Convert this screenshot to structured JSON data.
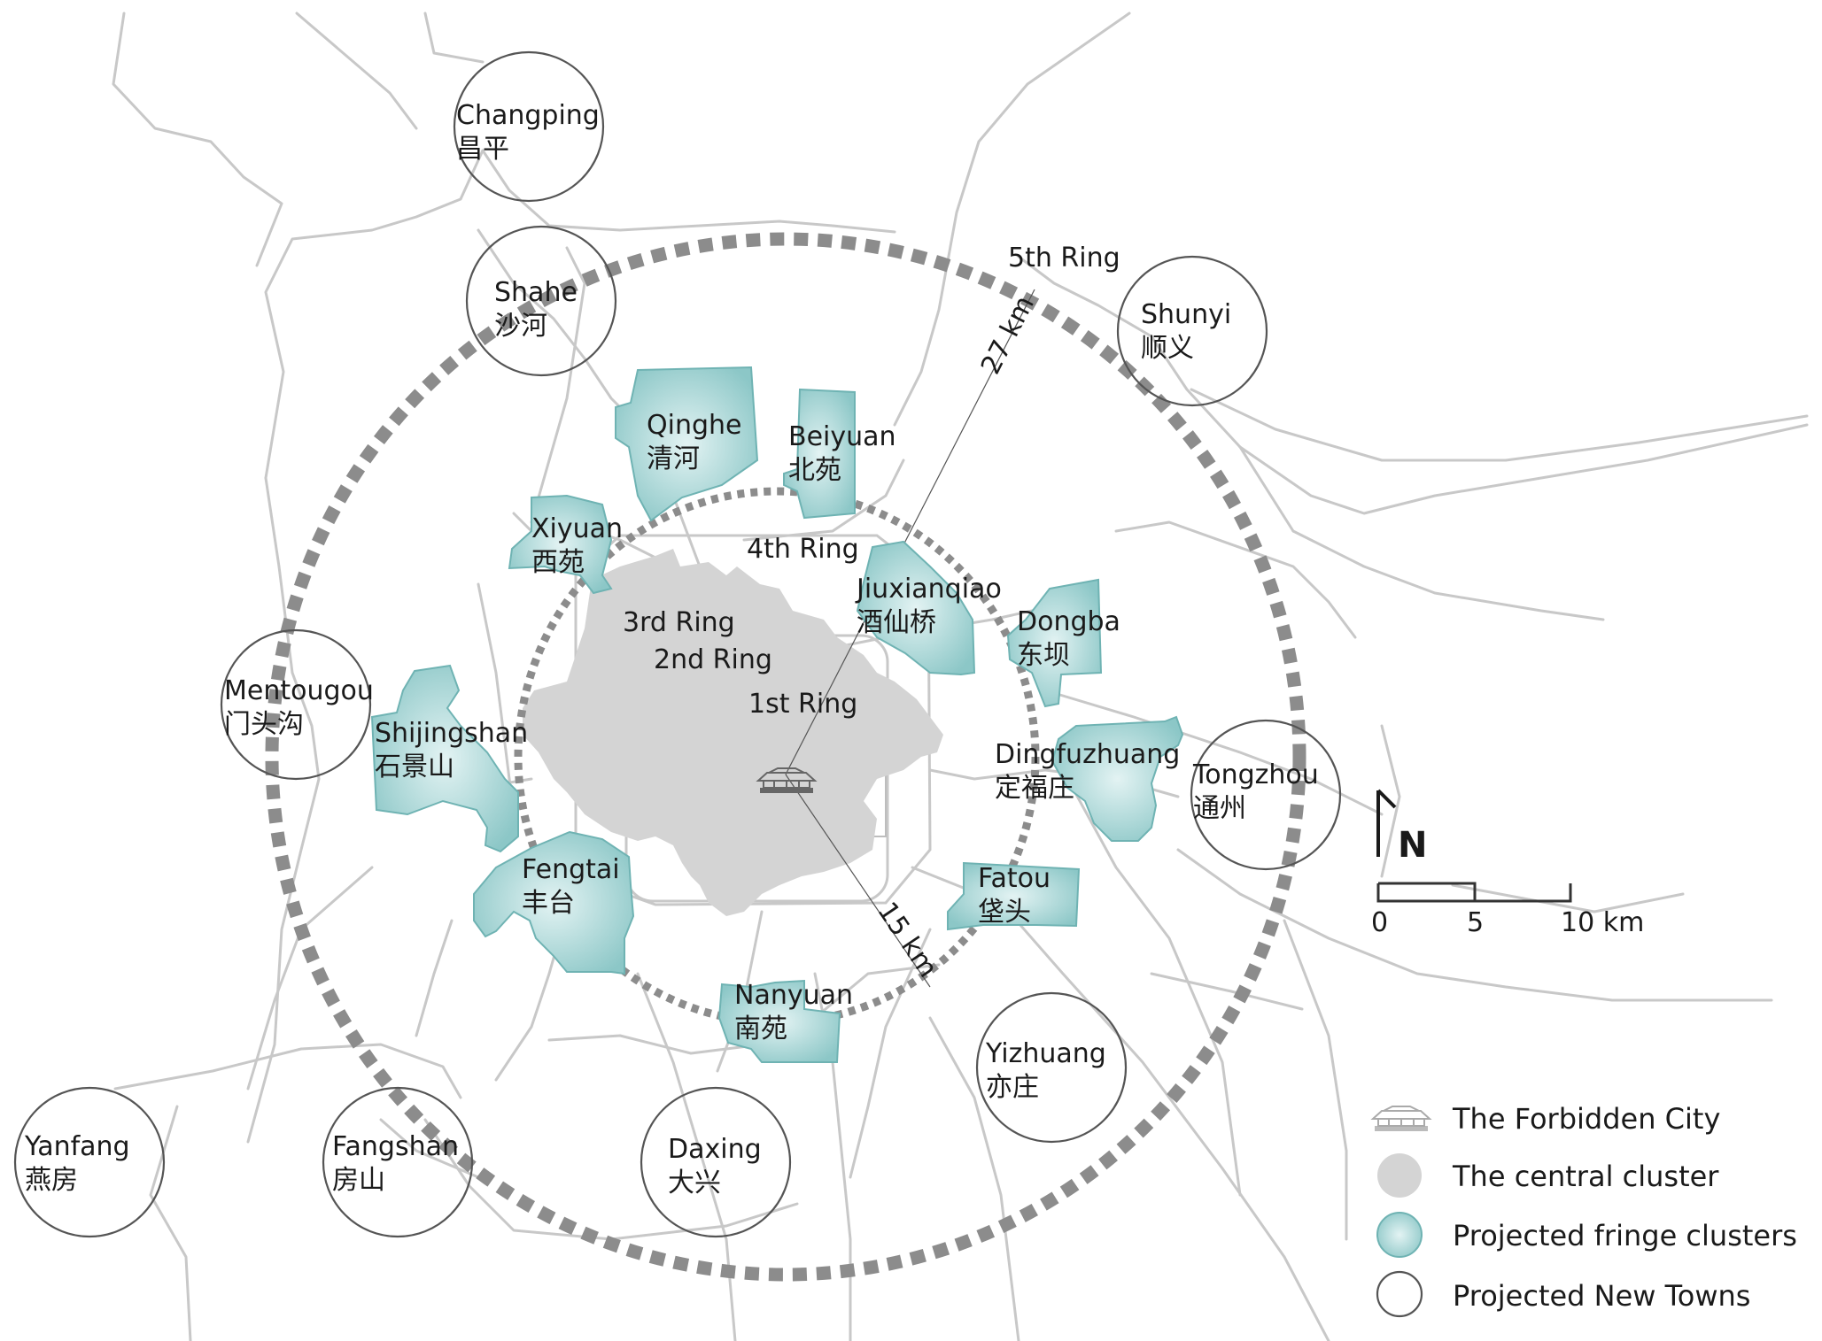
{
  "rings": {
    "r1": "1st Ring",
    "r2": "2nd Ring",
    "r3": "3rd Ring",
    "r4": "4th Ring",
    "r5": "5th Ring"
  },
  "distances": {
    "d27": "27 km",
    "d15": "15 km"
  },
  "fringe_clusters": {
    "qinghe": {
      "en": "Qinghe",
      "cn": "清河"
    },
    "beiyuan": {
      "en": "Beiyuan",
      "cn": "北苑"
    },
    "xiyuan": {
      "en": "Xiyuan",
      "cn": "西苑"
    },
    "jiuxianqiao": {
      "en": "Jiuxianqiao",
      "cn": "酒仙桥"
    },
    "dongba": {
      "en": "Dongba",
      "cn": "东坝"
    },
    "shijingshan": {
      "en": "Shijingshan",
      "cn": "石景山"
    },
    "dingfuzhuang": {
      "en": "Dingfuzhuang",
      "cn": "定福庄"
    },
    "fengtai": {
      "en": "Fengtai",
      "cn": "丰台"
    },
    "fatou": {
      "en": "Fatou",
      "cn": "垡头"
    },
    "nanyuan": {
      "en": "Nanyuan",
      "cn": "南苑"
    }
  },
  "new_towns": {
    "changping": {
      "en": "Changping",
      "cn": "昌平"
    },
    "shahe": {
      "en": "Shahe",
      "cn": "沙河"
    },
    "shunyi": {
      "en": "Shunyi",
      "cn": "顺义"
    },
    "mentougou": {
      "en": "Mentougou",
      "cn": "门头沟"
    },
    "tongzhou": {
      "en": "Tongzhou",
      "cn": "通州"
    },
    "yizhuang": {
      "en": "Yizhuang",
      "cn": "亦庄"
    },
    "yanfang": {
      "en": "Yanfang",
      "cn": "燕房"
    },
    "fangshan": {
      "en": "Fangshan",
      "cn": "房山"
    },
    "daxing": {
      "en": "Daxing",
      "cn": "大兴"
    }
  },
  "north_arrow": "N",
  "scale_bar": {
    "t0": "0",
    "t5": "5",
    "t10": "10 km"
  },
  "legend": {
    "forbidden_city": "The Forbidden City",
    "central_cluster": "The central cluster",
    "fringe_clusters": "Projected fringe clusters",
    "new_towns": "Projected New Towns"
  },
  "colors": {
    "fringe_fill": "#9fd2d2",
    "central_fill": "#d4d4d4",
    "ring_gray": "#8c8c8c",
    "road_gray": "#c8c8c8"
  }
}
